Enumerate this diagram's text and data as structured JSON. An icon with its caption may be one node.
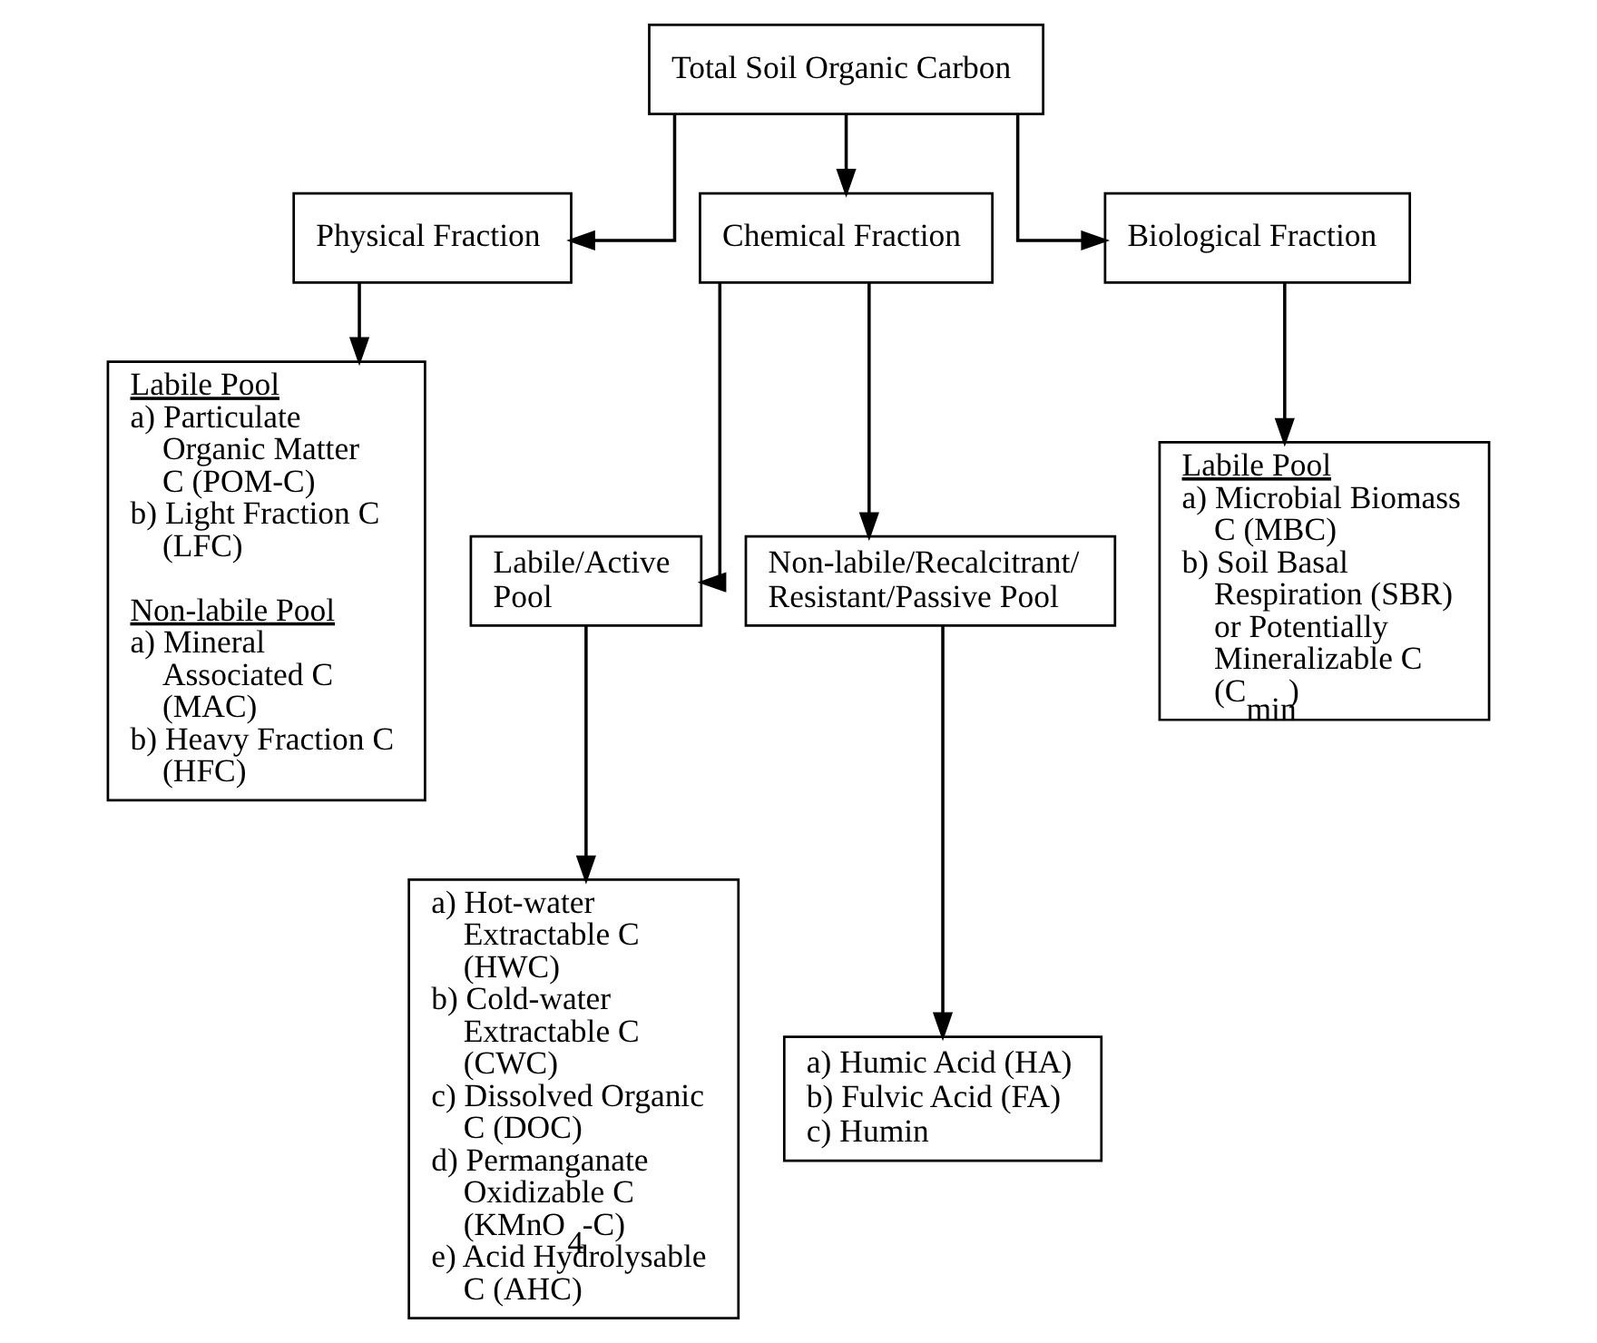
{
  "diagram": {
    "nodes": [
      {
        "text": [
          "Total Soil Organic Carbon"
        ]
      },
      {
        "text": [
          "Physical Fraction"
        ]
      },
      {
        "text": [
          "Chemical Fraction"
        ]
      },
      {
        "text": [
          "Biological Fraction"
        ]
      },
      {
        "text": [
          "Labile Pool",
          "a) Particulate Organic Matter C (POM-C)",
          "b) Light Fraction C (LFC)",
          "Non-labile Pool",
          "a) Mineral Associated C (MAC)",
          "b) Heavy Fraction C (HFC)"
        ]
      },
      {
        "text": [
          "Labile/Active Pool"
        ]
      },
      {
        "text": [
          "Non-labile/Recalcitrant/ Resistant/Passive Pool"
        ]
      },
      {
        "text": [
          "a) Hot-water Extractable C (HWC)",
          "b) Cold-water Extractable C (CWC)",
          "c) Dissolved Organic C (DOC)",
          "d) Permanganate Oxidizable C (KMnO$_{4}$-C)",
          "e) Acid Hydrolysable C (AHC)"
        ]
      },
      {
        "text": [
          "a) Humic Acid (HA)",
          "b) Fulvic Acid (FA)",
          "c) Humin"
        ]
      },
      {
        "text": [
          "Labile Pool",
          "a) Microbial Biomass C (MBC)",
          "b) Soil Basal Respiration (SBR) or Potentially Mineralizable C (C$_{min}$)"
        ]
      }
    ],
    "edges": [
      {
        "from": 0,
        "to": 1,
        "arrow": "to"
      },
      {
        "from": 0,
        "to": 2,
        "arrow": "to"
      },
      {
        "from": 0,
        "to": 3,
        "arrow": "to"
      },
      {
        "from": 1,
        "to": 4,
        "arrow": "to"
      },
      {
        "from": 2,
        "to": 5,
        "arrow": "to"
      },
      {
        "from": 2,
        "to": 6,
        "arrow": "to"
      },
      {
        "from": 3,
        "to": 9,
        "arrow": "to"
      },
      {
        "from": 5,
        "to": 7,
        "arrow": "to"
      },
      {
        "from": 6,
        "to": 8,
        "arrow": "to"
      }
    ]
  }
}
